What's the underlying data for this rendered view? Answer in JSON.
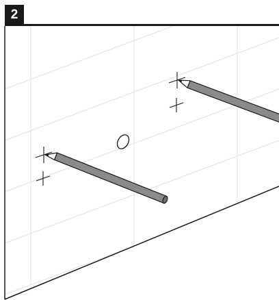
{
  "step": {
    "number": "2"
  },
  "illustration": {
    "subject": "wall",
    "objects": [
      "pencil-left",
      "pencil-right",
      "anchor-hole"
    ],
    "marks": [
      "cross-mark-top-left",
      "cross-mark-bottom-left",
      "cross-mark-top-right",
      "cross-mark-bottom-right"
    ],
    "colors": {
      "pencil_body": "#8a8a8a",
      "pencil_end": "#6e6e6e",
      "outline": "#1a1a1a",
      "grid": "#e2e2e2"
    }
  }
}
